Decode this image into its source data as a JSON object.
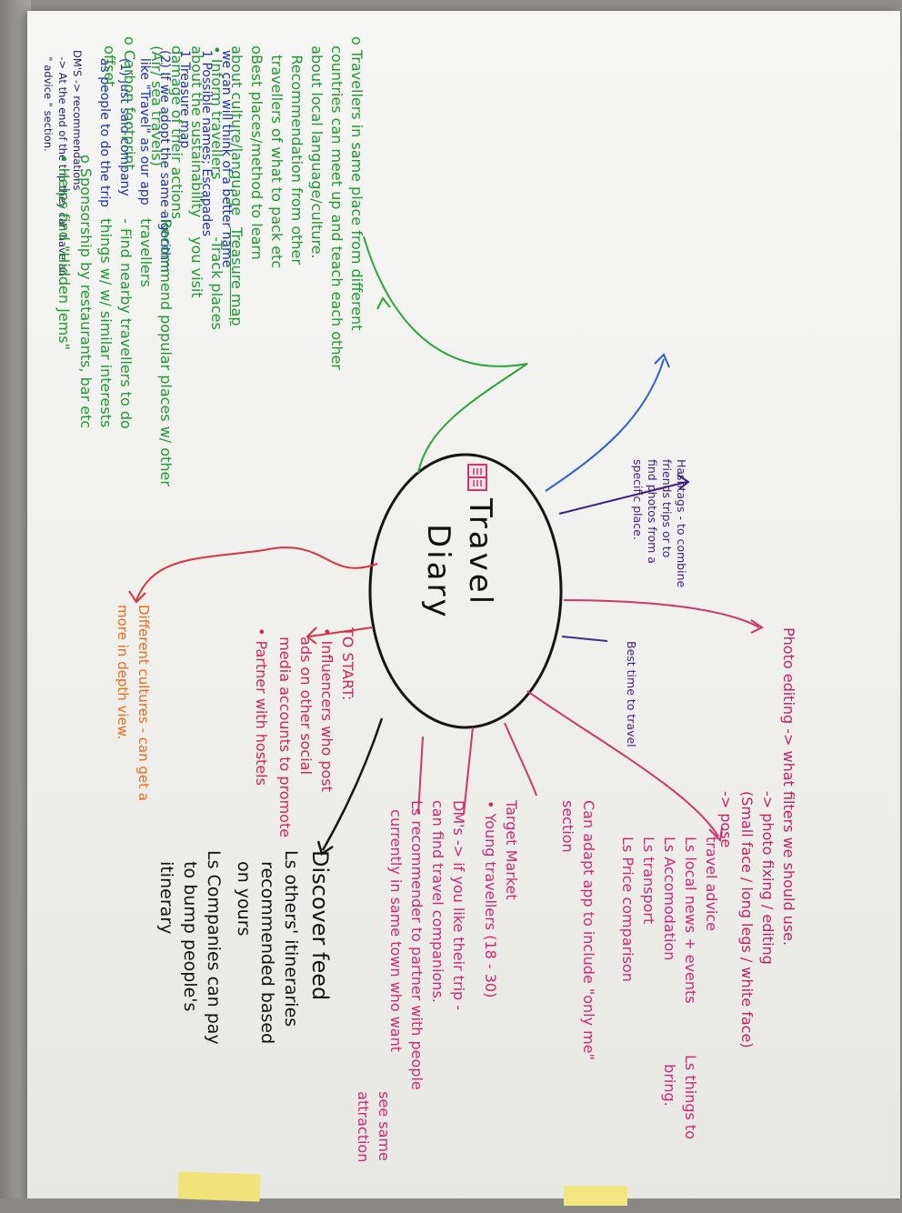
{
  "center": {
    "title_line1": "Travel",
    "title_line2": "Diary",
    "icon": "book-icon"
  },
  "notes": {
    "names_header": "we can will think of a better name",
    "names_possible": "1 Possible names: Escapades",
    "names_1": "1 Treasure map",
    "names_2": "(2) If we adopt the same algorithm",
    "names_3": "  like \"Travel\" as our app",
    "names_4": "  (1) just said company",
    "names_5": "  as people to do the trip",
    "dms_1": "DM'S -> recommendations",
    "dms_2": "  -> At the end of the trip they can have an",
    "dms_3": "  \" advice \" section.",
    "green_1": "o Travellers in same place from different",
    "green_2": "  countries can meet up and teach each other",
    "green_3": "  about local language/culture.",
    "green_4": "    Recommendation from other",
    "green_5": "    travellers of what to pack etc",
    "green_6": "  oBest places/method to learn",
    "green_7": "  about culture/language",
    "green_8": "Treasure map",
    "green_9": "  -Track places",
    "green_10": "  you visit",
    "green_11": "  • Inform travellers",
    "green_12": "  about the sustainability",
    "green_13": "  damage of their actions",
    "green_14": "  (Air/ sea travels)",
    "green_15": "- Recommend popular places w/ other",
    "green_16": "  travellers",
    "green_17": "  - Find nearby travellers to do",
    "green_18": "  things w/ w/ similar interests",
    "green_19": "o Carbon footprint",
    "green_20": "  offset.",
    "green_21": "o Sponsorship by restaurants, bar etc",
    "green_22": "• Helps find \"Hidden Jems\"",
    "hashtags_1": "Hashtags - to combine",
    "hashtags_2": "friends trips or to",
    "hashtags_3": "find photos from a",
    "hashtags_4": "specific place.",
    "best_time": "Best time to travel",
    "photo_1": "Photo editing -> what filters we should use.",
    "photo_2": "-> photo fixing / editing",
    "photo_3": "(Small face / long legs / white face)",
    "photo_4": "-> pose",
    "advice_1": "travel advice",
    "advice_2": "Ls local news + events",
    "advice_3": "Ls Accomodation",
    "advice_4": "Ls transport",
    "advice_5": "Ls Price comparison",
    "advice_6": "Ls things to",
    "advice_7": "  bring.",
    "adapt_1": "Can adapt app to include \"only me\"",
    "adapt_2": "section",
    "target_1": "Target Market",
    "target_2": "• Young travellers (18 - 30)",
    "dms2_1": "DM's -> if you like their trip -",
    "dms2_2": "can find travel companions.",
    "dms2_3": "Ls recommender to partner with people",
    "dms2_4": "  currently in same town who want",
    "dms2_5": "  see same",
    "dms2_6": "  attraction",
    "start_1": "TO START:",
    "start_2": "• Influencers who post",
    "start_3": "  ads on other social",
    "start_4": "  media accounts to promote",
    "start_5": "• Partner with hostels",
    "cultures_1": "Different cultures - can get a",
    "cultures_2": "more in depth view.",
    "discover_1": "Discover feed",
    "discover_2": "Ls others' itineraries",
    "discover_3": "  recommended based",
    "discover_4": "  on yours",
    "discover_5": "Ls Companies can pay",
    "discover_6": "  to bump people's",
    "discover_7": "  itinerary"
  },
  "colors": {
    "blue": "#1c2fb4",
    "green": "#1d9a2d",
    "magenta": "#cf2870",
    "orange": "#f26a18",
    "purple": "#3c1c86",
    "red": "#d8333e",
    "black": "#121212"
  }
}
